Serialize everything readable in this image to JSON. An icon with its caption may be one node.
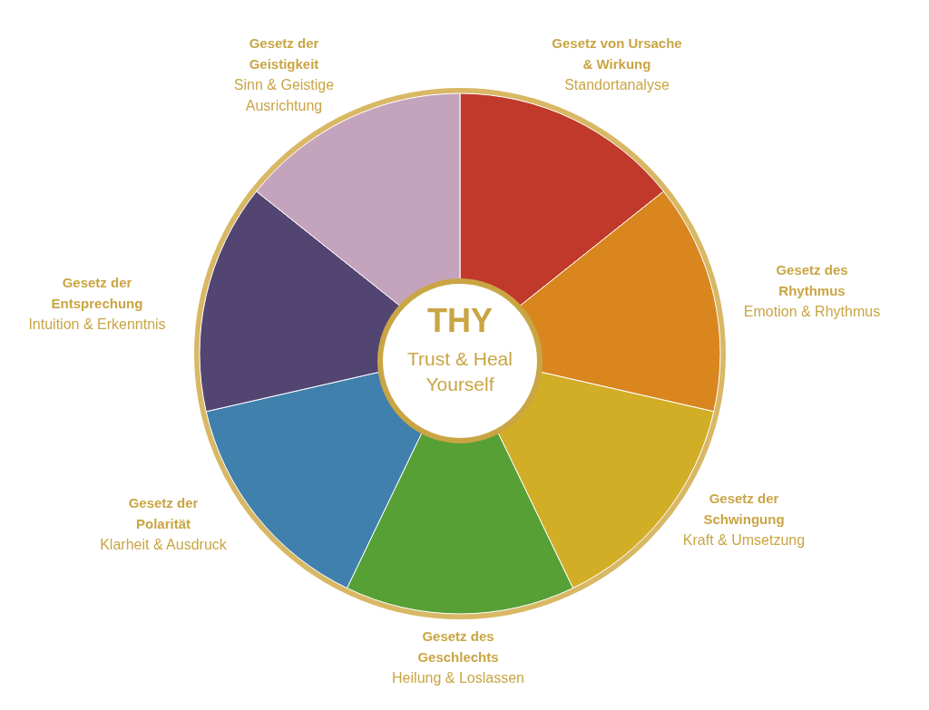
{
  "diagram": {
    "nodes": [
      {
        "text": [
          "Gesetz von Ursache & Wirkung",
          "Standortanalyse"
        ]
      },
      {
        "text": [
          "Gesetz des Rhythmus",
          "Emotion & Rhythmus"
        ]
      },
      {
        "text": [
          "Gesetz der Schwingung",
          "Kraft & Umsetzung"
        ]
      },
      {
        "text": [
          "Gesetz des Geschlechts",
          "Heilung & Loslassen"
        ]
      },
      {
        "text": [
          "Gesetz der Polarität",
          "Klarheit & Ausdruck"
        ]
      },
      {
        "text": [
          "Gesetz der Entsprechung",
          "Intuition & Erkenntnis"
        ]
      },
      {
        "text": [
          "Gesetz der Geistigkeit",
          "Sinn & Geistige Ausrichtung"
        ]
      },
      {
        "text": [
          "THY",
          "Trust & Heal Yourself"
        ]
      }
    ],
    "edges": []
  }
}
